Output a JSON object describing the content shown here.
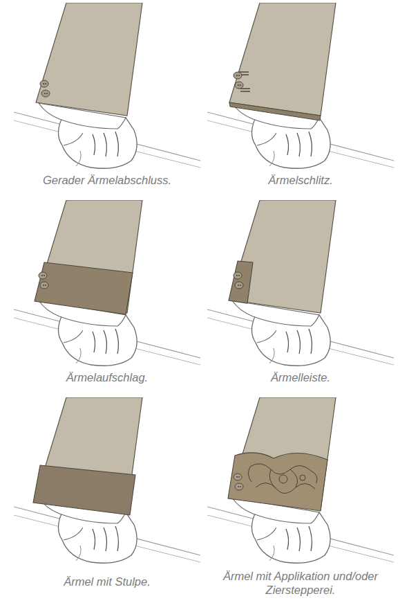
{
  "diagram": {
    "labels": [
      "Gerader Ärmelabschluss.",
      "Ärmelschlitz.",
      "Ärmelaufschlag.",
      "Ärmelleiste.",
      "Ärmel mit Stulpe.",
      "Ärmel mit Applikation und/oder Zierstepperei."
    ]
  }
}
